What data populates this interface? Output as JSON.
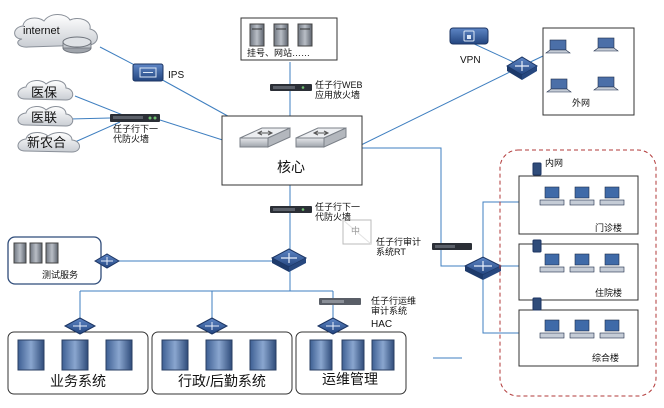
{
  "cloud_labels": {
    "internet": "internet",
    "yibao": "医保",
    "yilian": "医联",
    "xinnonghe": "新农合"
  },
  "devices": {
    "ips": "IPS",
    "vpn": "VPN",
    "waiwang": "外网",
    "web_fw": "任子行WEB\n应用放火墙",
    "server_group": "挂号、网站……",
    "ngfw_left": "任子行下一\n代防火墙",
    "core": "核心",
    "ngfw_mid": "任子行下一\n代防火墙",
    "audit_rt": "任子行审计\n系统RT",
    "test_service": "测试服务",
    "ops_audit": "任子行运维\n审计系统",
    "hac": "HAC",
    "watermark": "中"
  },
  "zones": {
    "business": "业务系统",
    "admin": "行政/后勤系统",
    "ops": "运维管理"
  },
  "intranet": {
    "title": "内网",
    "clinic": "门诊楼",
    "inpatient": "住院楼",
    "complex": "综合楼"
  },
  "colors": {
    "line": "#3f7fc0",
    "device_blue": "#2f5fa6",
    "box_border": "#333333",
    "dashed_red": "#b23a3a"
  }
}
